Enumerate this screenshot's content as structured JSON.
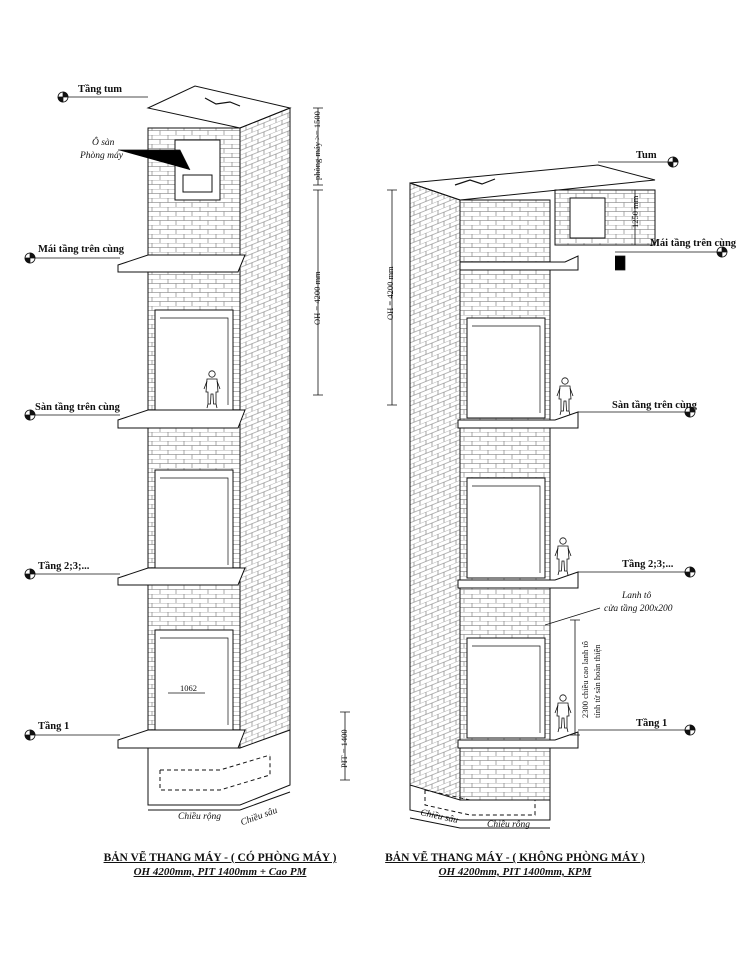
{
  "left": {
    "labels": {
      "tang_tum": "Tầng tum",
      "o_san": "Ô sàn",
      "phong_may": "Phòng máy",
      "mai_tang": "Mái tầng trên cùng",
      "san_tang": "Sàn tầng trên cùng",
      "tang_23": "Tầng 2;3;...",
      "tang_1": "Tầng 1",
      "chieu_rong": "Chiều rộng",
      "chieu_sau": "Chiều sâu"
    },
    "dims": {
      "phong_may": "phòng máy >= 1500",
      "oh": "OH = 4200 mm",
      "pit": "PIT = 1400",
      "door": "1062"
    },
    "caption_title": "BẢN VẼ THANG MÁY - ( CÓ PHÒNG MÁY )",
    "caption_sub": "OH 4200mm, PIT 1400mm + Cao PM"
  },
  "right": {
    "labels": {
      "tum": "Tum",
      "mai_tang": "Mái tầng trên cùng",
      "san_tang": "Sàn tầng trên cùng",
      "tang_23": "Tầng 2;3;...",
      "tang_1": "Tầng 1",
      "lanh_to": "Lanh tô",
      "lanh_to_sub": "cửa tầng 200x200",
      "chieu_sau": "Chiều sâu",
      "chieu_rong": "Chiều rộng"
    },
    "dims": {
      "oh": "OH = 4200 mm",
      "h1250": "1250 mm",
      "h2300_a": "2300 chiều cao lanh tô",
      "h2300_b": "tính từ sàn hoàn thiện"
    },
    "caption_title": "BẢN VẼ THANG MÁY - ( KHÔNG PHÒNG MÁY )",
    "caption_sub": "OH 4200mm, PIT 1400mm, KPM"
  },
  "colors": {
    "line": "#111111",
    "brick": "#555555",
    "hatch": "#777777"
  },
  "icons": {
    "level_marker": "level-marker-icon",
    "person": "person-figure-icon"
  }
}
